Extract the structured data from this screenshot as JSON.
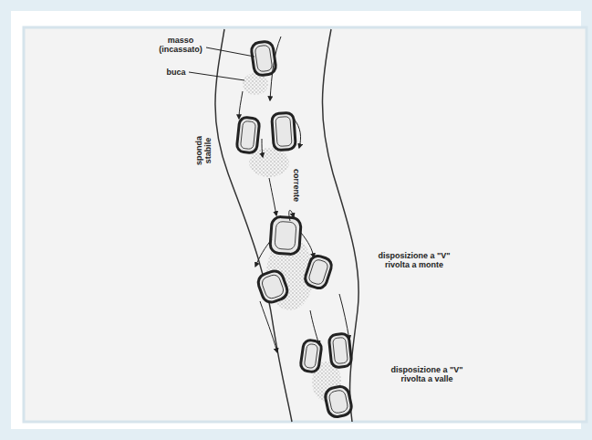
{
  "diagram": {
    "labels": [
      "masso (incassato)",
      "buca",
      "sponda stabile",
      "corrente",
      "disposizione a \"V\" rivolta a monte",
      "disposizione a \"V\" rivolta a valle"
    ]
  }
}
